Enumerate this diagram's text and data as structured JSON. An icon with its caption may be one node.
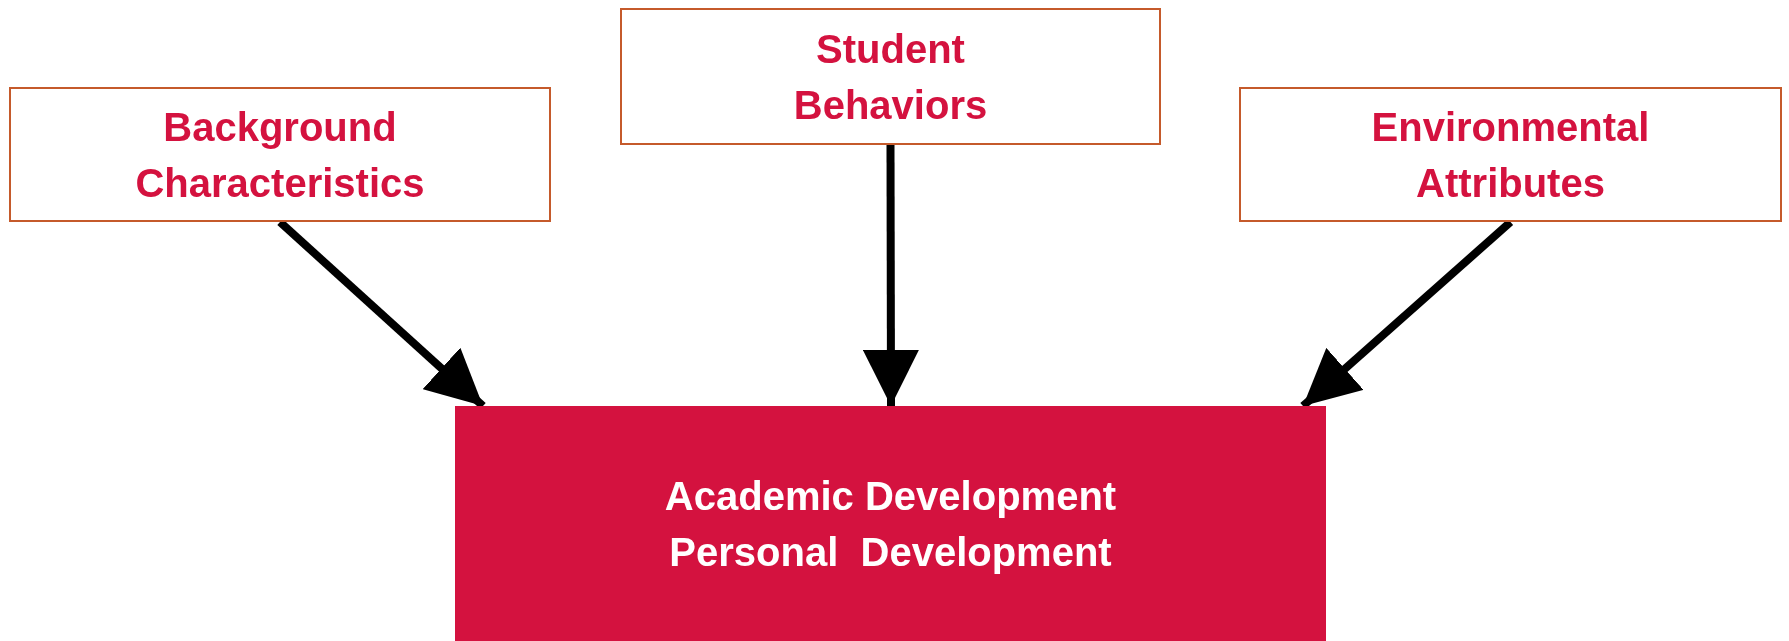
{
  "diagram": {
    "nodes": [
      {
        "text": [
          "Background Characteristics"
        ]
      },
      {
        "text": [
          "Student Behaviors"
        ]
      },
      {
        "text": [
          "Environmental Attributes"
        ]
      },
      {
        "text": [
          "Academic Development",
          "Personal  Development"
        ]
      }
    ],
    "edges": [
      {
        "from": 0,
        "to": 3,
        "arrow": "to"
      },
      {
        "from": 1,
        "to": 3,
        "arrow": "to"
      },
      {
        "from": 2,
        "to": 3,
        "arrow": "to"
      }
    ]
  }
}
